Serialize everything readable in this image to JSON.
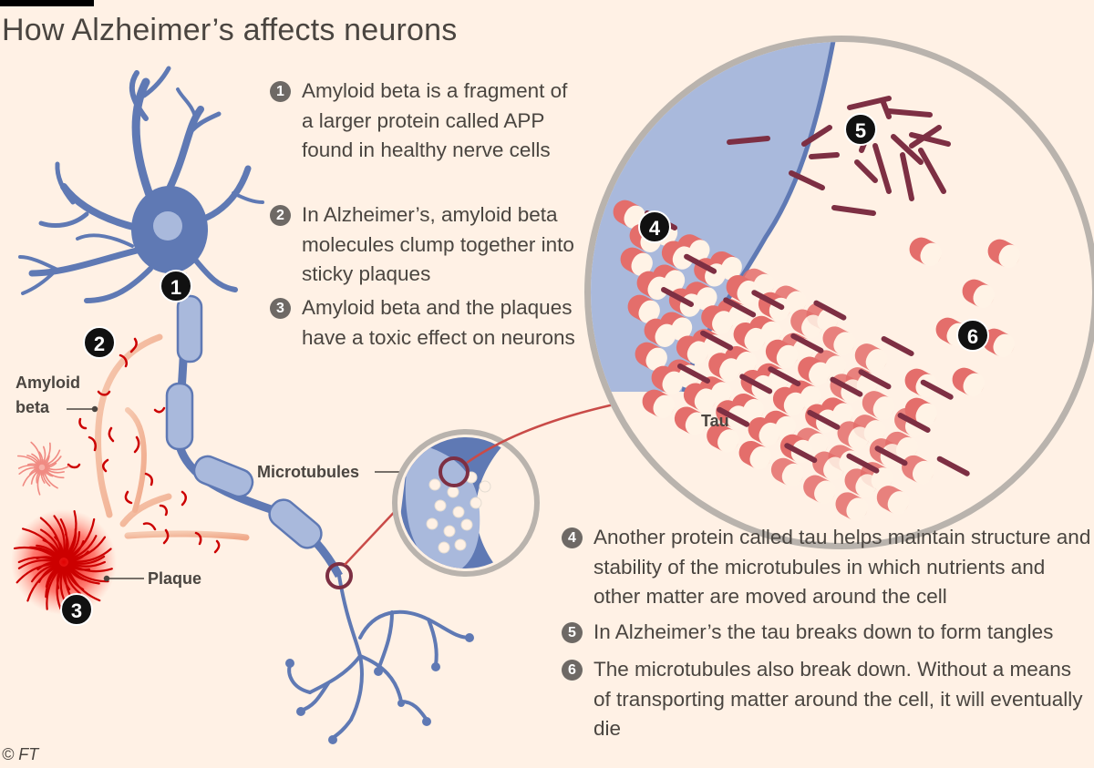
{
  "title": "How Alzheimer’s affects neurons",
  "credit": "© FT",
  "notes_top": [
    {
      "n": "1",
      "text": "Amyloid beta is a fragment of a larger protein called APP found in healthy nerve cells"
    },
    {
      "n": "2",
      "text": "In Alzheimer’s, amyloid beta molecules clump together into sticky plaques"
    },
    {
      "n": "3",
      "text": "Amyloid beta and the plaques have a toxic effect on neurons"
    }
  ],
  "notes_bottom": [
    {
      "n": "4",
      "text": "Another protein called tau helps maintain structure and stability of the microtubules in which nutrients and other matter are moved around the cell"
    },
    {
      "n": "5",
      "text": "In Alzheimer’s the tau breaks down to form tangles"
    },
    {
      "n": "6",
      "text": "The microtubules also break down. Without a means of transporting matter around the cell, it will eventually die"
    }
  ],
  "labels": {
    "amyloid_beta_line1": "Amyloid",
    "amyloid_beta_line2": "beta",
    "plaque": "Plaque",
    "microtubules": "Microtubules",
    "tau": "Tau"
  },
  "badges": {
    "b1": "1",
    "b2": "2",
    "b3": "3",
    "b4": "4",
    "b5": "5",
    "b6": "6"
  },
  "colors": {
    "background": "#fff1e5",
    "neuron_blue": "#5f79b4",
    "neuron_light": "#a9b9dc",
    "amyloid_red": "#cc0000",
    "tau_maroon": "#7d2f43",
    "microtubule_pink": "#e46e6b",
    "microtubule_cream": "#fff3e6"
  }
}
